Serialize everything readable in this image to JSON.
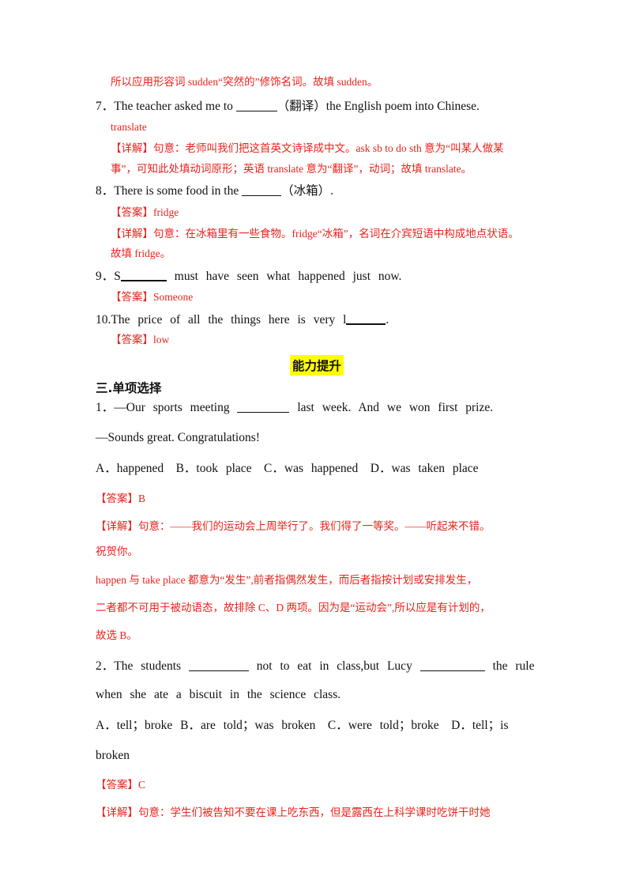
{
  "top_note": "所以应用形容词 sudden“突然的”修饰名词。故填 sudden。",
  "q7": {
    "num": "7．",
    "a": "The teacher asked me to",
    "b": "（翻译）the English poem into Chinese.",
    "answer": "translate",
    "d1": "【详解】句意：老师叫我们把这首英文诗译成中文。ask sb to do sth 意为“叫某人做某",
    "d2": "事”，可知此处填动词原形；英语 translate 意为“翻译”，动词；故填 translate。"
  },
  "q8": {
    "num": "8．",
    "a": "There is some food in the",
    "b": "（冰箱）.",
    "answer": "【答案】fridge",
    "d1": "【详解】句意：在冰箱里有一些食物。fridge“冰箱”，名词在介宾短语中构成地点状语。",
    "d2": "故填 fridge。"
  },
  "q9": {
    "num": "9．",
    "a": "S",
    "b": "must have seen what happened just now.",
    "answer": "【答案】Someone"
  },
  "q10": {
    "num": "10.",
    "a": "The price of all the things here is very l",
    "b": ".",
    "answer": "【答案】low"
  },
  "highlight": "能力提升",
  "section": "三.单项选择",
  "mc1": {
    "num": "1．",
    "a": "—Our sports meeting",
    "b": "last week. And we won first prize.",
    "line2": "—Sounds great. Congratulations!",
    "options": "A．happened　B．took place　C．was happened　D．was taken place",
    "answer": "【答案】B",
    "d1": "【详解】句意：——我们的运动会上周举行了。我们得了一等奖。——听起来不错。",
    "d2": "祝贺你。",
    "d3": "happen 与 take place 都意为“发生”,前者指偶然发生，而后者指按计划或安排发生，",
    "d4": "二者都不可用于被动语态，故排除 C、D 两项。因为是“运动会”,所以应是有计划的，",
    "d5": "故选 B。"
  },
  "mc2": {
    "num": "2．",
    "a": "The students",
    "b": "not to eat in class,but Lucy",
    "c": "the rule",
    "line2": "when she ate a biscuit in the science class.",
    "options": "A．tell；broke B．are told；was broken　C．were told；broke　D．tell；is",
    "options2": "broken",
    "answer": "【答案】C",
    "d1": "【详解】句意：学生们被告知不要在课上吃东西，但是露西在上科学课时吃饼干时她"
  }
}
